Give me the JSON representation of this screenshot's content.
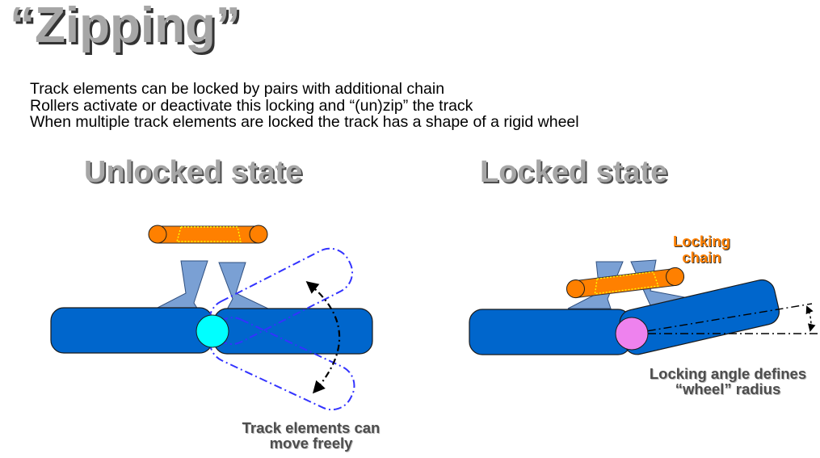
{
  "title": "“Zipping”",
  "bullets": [
    "Track elements can be locked by pairs with additional chain",
    "Rollers activate or deactivate this locking and “(un)zip” the track",
    "When multiple track elements are locked the track has a shape of a rigid wheel"
  ],
  "unlocked": {
    "heading": "Unlocked state",
    "note_line1": "Track elements can",
    "note_line2": "move freely"
  },
  "locked": {
    "heading": "Locked state",
    "chain_label_line1": "Locking",
    "chain_label_line2": "chain",
    "note_line1": "Locking angle defines",
    "note_line2": "“wheel” radius"
  },
  "colors": {
    "track": "#0066cc",
    "track_outline": "#1a1a1a",
    "roller": "#7aa0d4",
    "chain": "#ff8000",
    "free_hinge": "#00ffff",
    "locked_hinge": "#ee82ee",
    "ghost_track": "#3333ff"
  }
}
